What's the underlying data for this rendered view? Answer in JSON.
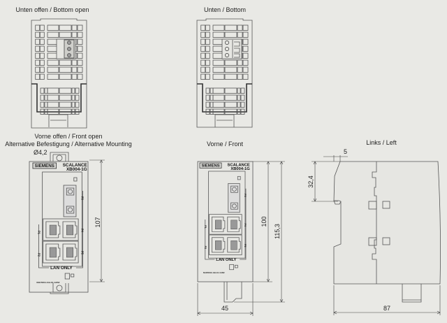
{
  "colors": {
    "background": "#e9e9e5",
    "line": "#555555"
  },
  "views": {
    "bottom_open": {
      "title": "Unten offen / Bottom open"
    },
    "bottom": {
      "title": "Unten / Bottom"
    },
    "front_open": {
      "title": "Vorne offen / Front open",
      "subtitle": "Alternative Befestigung / Alternative Mounting",
      "hole_dim": "Ø4,2",
      "height_dim": "107"
    },
    "front": {
      "title": "Vorne / Front",
      "height_dim": "100",
      "total_height_dim": "115,3",
      "width_dim": "45"
    },
    "left": {
      "title": "Links / Left",
      "hook_width_dim": "5",
      "hook_height_dim": "32,4",
      "depth_dim": "87"
    }
  },
  "device": {
    "brand": "SIEMENS",
    "product": "SCALANCE",
    "model": "XB004-1G",
    "ports": [
      "P1",
      "P2",
      "P3",
      "P4",
      "P5"
    ],
    "lan_label": "LAN ONLY",
    "order_no": "6GK5004-1GL10-1AB2"
  }
}
